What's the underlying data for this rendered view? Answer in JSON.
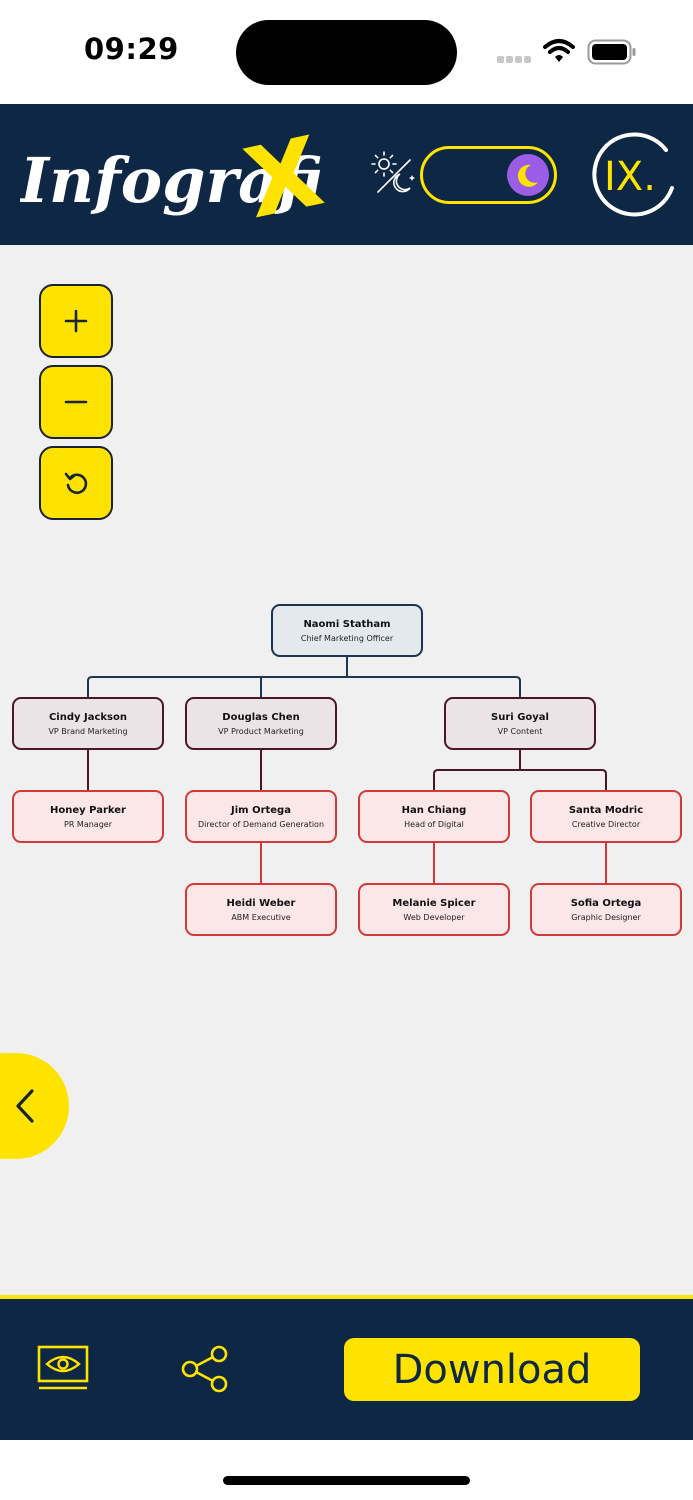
{
  "status_bar": {
    "time": "09:29"
  },
  "header": {
    "logo_text": "Infografi",
    "logo_accent": "X",
    "badge_text": "IX.",
    "theme_mode": "dark"
  },
  "colors": {
    "navy": "#0e2744",
    "yellow": "#ffe300",
    "canvas": "#f0f0f0",
    "toggle_knob": "#9b5de5"
  },
  "toolbar": {
    "zoom_in": "+",
    "zoom_out": "−",
    "reset_icon": "reset-icon"
  },
  "org_chart": {
    "root": {
      "name": "Naomi Statham",
      "title": "Chief Marketing Officer"
    },
    "vps": [
      {
        "name": "Cindy Jackson",
        "title": "VP Brand Marketing"
      },
      {
        "name": "Douglas Chen",
        "title": "VP Product Marketing"
      },
      {
        "name": "Suri Goyal",
        "title": "VP Content"
      }
    ],
    "staff": [
      {
        "name": "Honey Parker",
        "title": "PR Manager"
      },
      {
        "name": "Jim Ortega",
        "title": "Director of Demand Generation"
      },
      {
        "name": "Han Chiang",
        "title": "Head of Digital"
      },
      {
        "name": "Santa Modric",
        "title": "Creative Director"
      },
      {
        "name": "Heidi Weber",
        "title": "ABM Executive"
      },
      {
        "name": "Melanie Spicer",
        "title": "Web Developer"
      },
      {
        "name": "Sofia Ortega",
        "title": "Graphic Designer"
      }
    ]
  },
  "bottom_bar": {
    "download_label": "Download",
    "preview_icon": "eye-monitor-icon",
    "share_icon": "share-icon"
  }
}
